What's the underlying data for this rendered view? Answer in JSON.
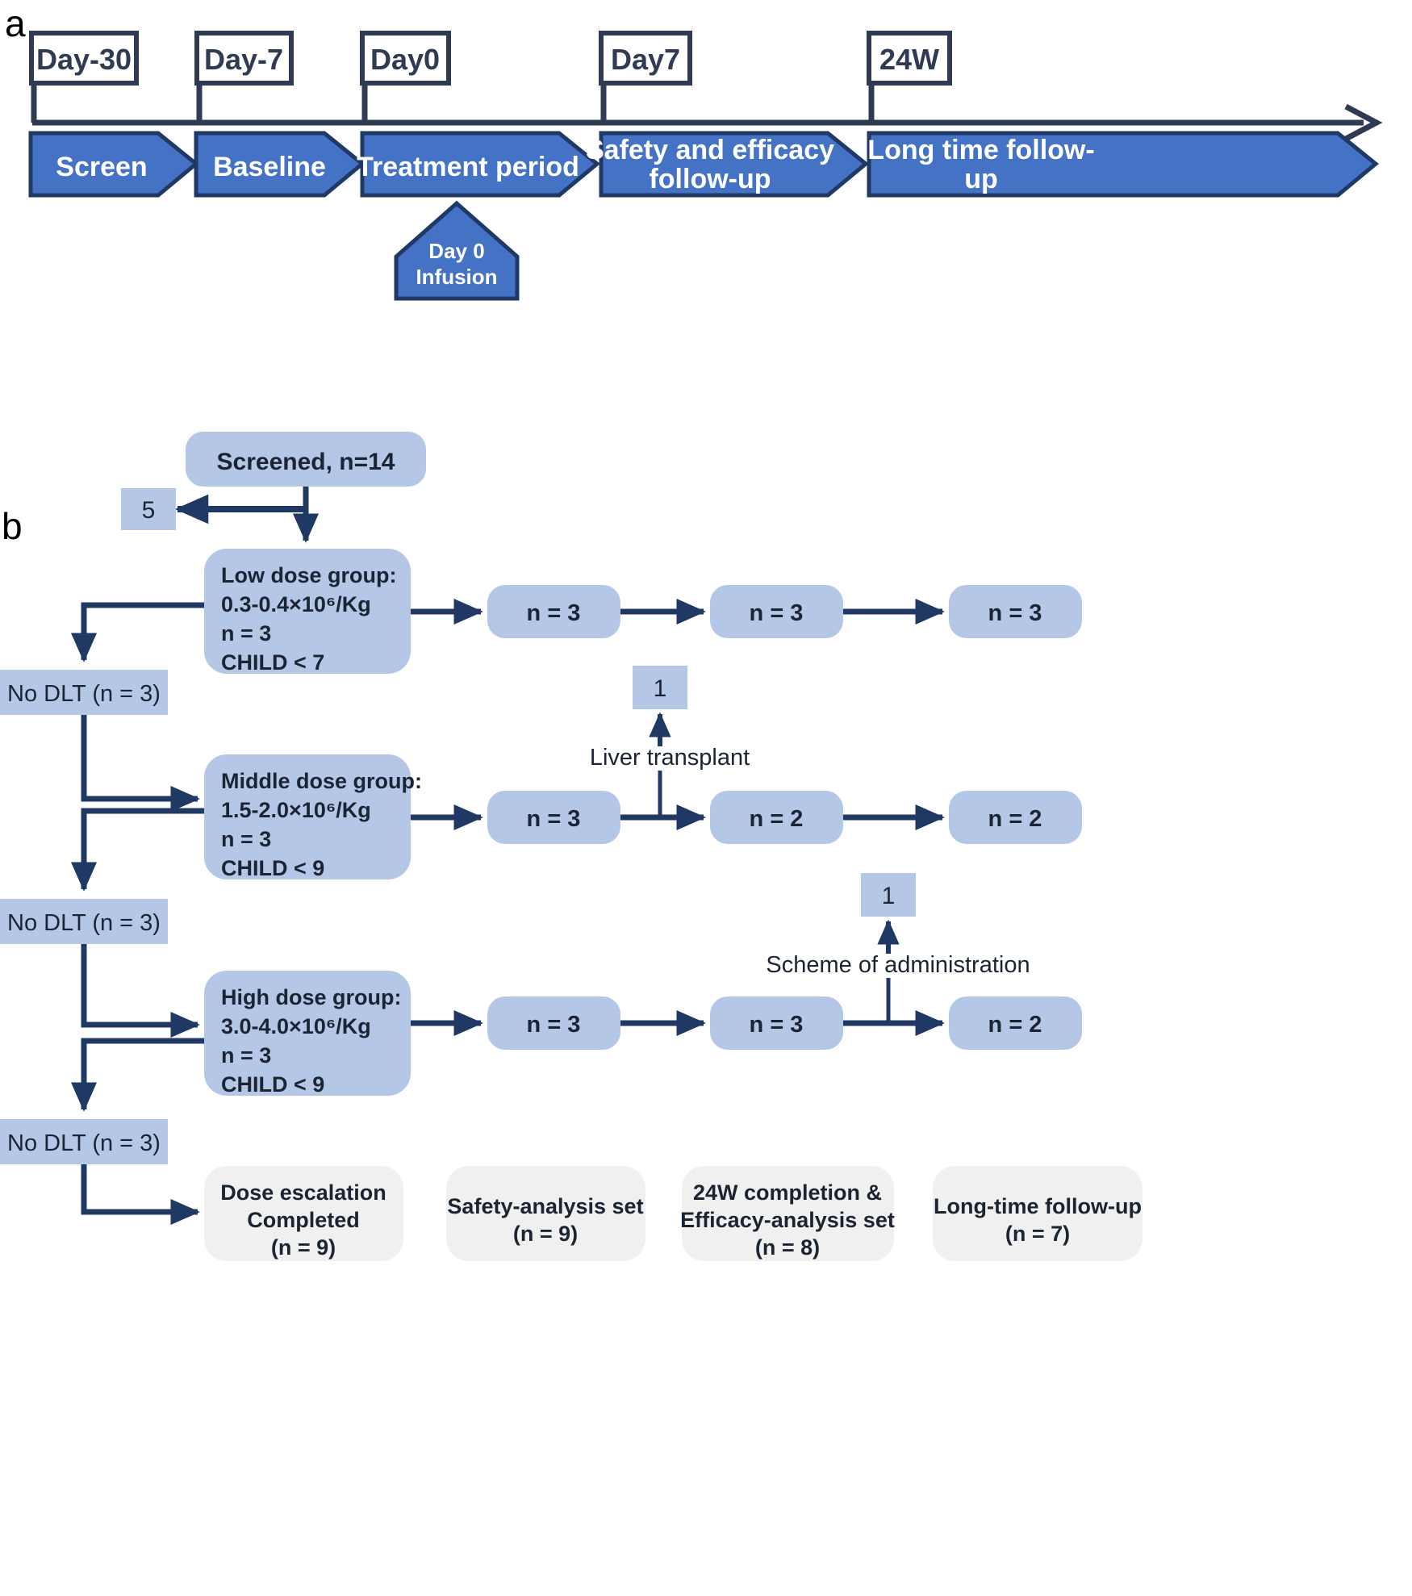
{
  "panels": {
    "a_label": "a",
    "b_label": "b"
  },
  "timeline": {
    "milestones": [
      {
        "label": "Day-30"
      },
      {
        "label": "Day-7"
      },
      {
        "label": "Day0"
      },
      {
        "label": "Day7"
      },
      {
        "label": "24W"
      }
    ],
    "phases": [
      {
        "label": "Screen"
      },
      {
        "label": "Baseline"
      },
      {
        "label": "Treatment period"
      },
      {
        "label": "Safety and efficacy",
        "label2": "follow-up"
      },
      {
        "label": "Long time follow-",
        "label2": "up"
      }
    ],
    "infusion": {
      "line1": "Day 0",
      "line2": "Infusion"
    },
    "colors": {
      "phase_fill": "#4472c4",
      "phase_stroke": "#1f3864",
      "milestone_fill": "#ffffff",
      "milestone_stroke": "#2f3b52",
      "axis": "#2f3b52",
      "phase_text": "#ffffff"
    }
  },
  "flowchart": {
    "screened": {
      "label": "Screened, n=14"
    },
    "excluded": {
      "label": "5"
    },
    "groups": [
      {
        "name": "low-dose-group",
        "lines": [
          "Low dose group:",
          "0.3-0.4×10⁶/Kg",
          "n = 3",
          "CHILD < 7"
        ],
        "title": "Low dose group:",
        "dose": "0.3-0.4×10⁶/Kg",
        "n": "n = 3",
        "child": "CHILD < 7",
        "stages": [
          "n = 3",
          "n = 3",
          "n = 3"
        ],
        "annotation": null
      },
      {
        "name": "middle-dose-group",
        "lines": [
          "Middle dose group:",
          "1.5-2.0×10⁶/Kg",
          "n = 3",
          "CHILD < 9"
        ],
        "title": "Middle dose group:",
        "dose": "1.5-2.0×10⁶/Kg",
        "n": "n = 3",
        "child": "CHILD < 9",
        "stages": [
          "n = 3",
          "n = 2",
          "n = 2"
        ],
        "annotation": {
          "label": "Liver transplant",
          "count": "1"
        }
      },
      {
        "name": "high-dose-group",
        "lines": [
          "High dose group:",
          "3.0-4.0×10⁶/Kg",
          "n = 3",
          "CHILD < 9"
        ],
        "title": "High dose group:",
        "dose": "3.0-4.0×10⁶/Kg",
        "n": "n = 3",
        "child": "CHILD < 9",
        "stages": [
          "n = 3",
          "n = 3",
          "n = 2"
        ],
        "annotation": {
          "label": "Scheme of administration",
          "count": "1"
        }
      }
    ],
    "no_dlt": [
      {
        "label": "No DLT (n = 3)"
      },
      {
        "label": "No DLT (n = 3)"
      },
      {
        "label": "No DLT (n = 3)"
      }
    ],
    "outcomes": [
      {
        "line1": "Dose escalation",
        "line2": "Completed",
        "line3": "(n = 9)"
      },
      {
        "line1": "Safety-analysis set",
        "line2": "(n = 9)",
        "line3": ""
      },
      {
        "line1": "24W completion &",
        "line2": "Efficacy-analysis set",
        "line3": "(n = 8)"
      },
      {
        "line1": "Long-time follow-up",
        "line2": "(n = 7)",
        "line3": ""
      }
    ],
    "colors": {
      "node_fill": "#b4c7e7",
      "small_fill": "#b4c7e7",
      "outcome_fill": "#f0f0f0",
      "connector": "#1f3864",
      "text": "#1b2433"
    }
  }
}
